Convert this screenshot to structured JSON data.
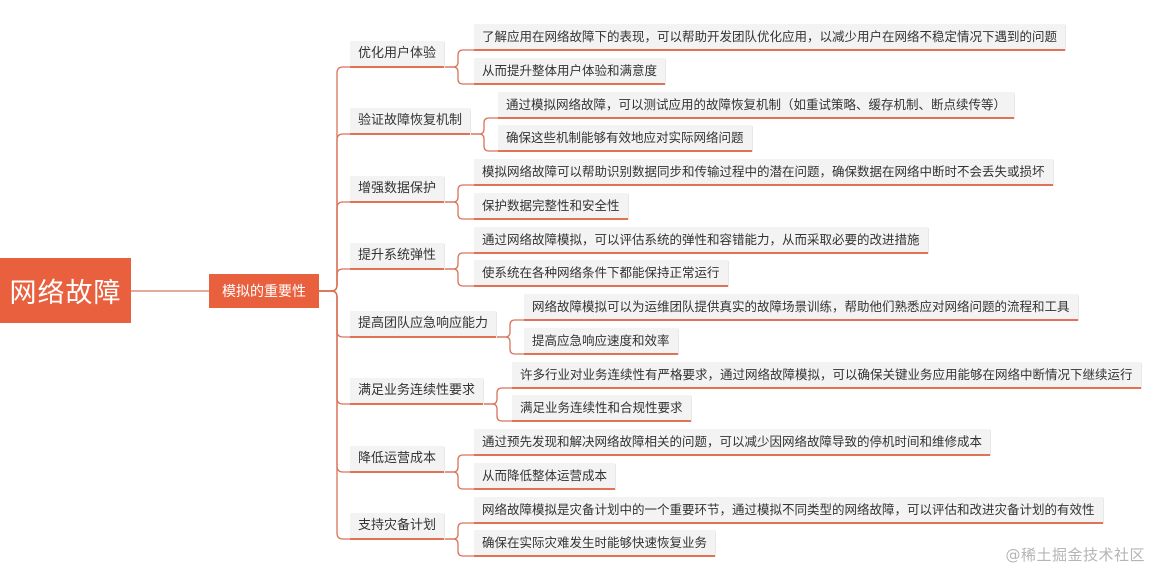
{
  "root": "网络故障",
  "subtitle": "模拟的重要性",
  "branches": [
    {
      "label": "优化用户体验",
      "details": [
        "了解应用在网络故障下的表现，可以帮助开发团队优化应用，以减少用户在网络不稳定情况下遇到的问题",
        "从而提升整体用户体验和满意度"
      ]
    },
    {
      "label": "验证故障恢复机制",
      "details": [
        "通过模拟网络故障，可以测试应用的故障恢复机制（如重试策略、缓存机制、断点续传等）",
        "确保这些机制能够有效地应对实际网络问题"
      ]
    },
    {
      "label": "增强数据保护",
      "details": [
        "模拟网络故障可以帮助识别数据同步和传输过程中的潜在问题，确保数据在网络中断时不会丢失或损坏",
        "保护数据完整性和安全性"
      ]
    },
    {
      "label": "提升系统弹性",
      "details": [
        "通过网络故障模拟，可以评估系统的弹性和容错能力，从而采取必要的改进措施",
        "使系统在各种网络条件下都能保持正常运行"
      ]
    },
    {
      "label": "提高团队应急响应能力",
      "details": [
        "网络故障模拟可以为运维团队提供真实的故障场景训练，帮助他们熟悉应对网络问题的流程和工具",
        "提高应急响应速度和效率"
      ]
    },
    {
      "label": "满足业务连续性要求",
      "details": [
        "许多行业对业务连续性有严格要求，通过网络故障模拟，可以确保关键业务应用能够在网络中断情况下继续运行",
        "满足业务连续性和合规性要求"
      ]
    },
    {
      "label": "降低运营成本",
      "details": [
        "通过预先发现和解决网络故障相关的问题，可以减少因网络故障导致的停机时间和维修成本",
        "从而降低整体运营成本"
      ]
    },
    {
      "label": "支持灾备计划",
      "details": [
        "网络故障模拟是灾备计划中的一个重要环节，通过模拟不同类型的网络故障，可以评估和改进灾备计划的有效性",
        "确保在实际灾难发生时能够快速恢复业务"
      ]
    }
  ],
  "watermark": "@稀土掘金技术社区",
  "colors": {
    "accent": "#e8603e",
    "line": "#d8735a",
    "box": "#f3f3f3"
  }
}
